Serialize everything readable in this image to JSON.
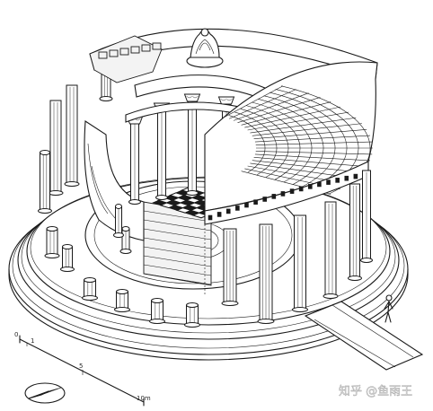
{
  "watermark": "知乎 @鱼雨王",
  "scale_bar": {
    "top_label": "0",
    "top_right_label": "1",
    "mid_label": "5",
    "end_label": "10m"
  },
  "colors": {
    "ink": "#1a1a1a",
    "paper": "#ffffff",
    "watermark_text": "#e8e8e8"
  },
  "icons": {
    "north_arrow": "compass-rose-icon",
    "figure": "standing-person-icon"
  }
}
